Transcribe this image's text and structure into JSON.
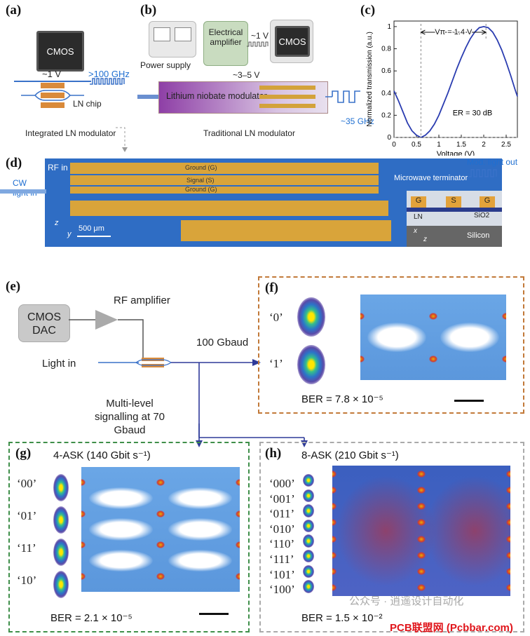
{
  "panel_a": {
    "label": "(a)",
    "chip": "CMOS",
    "voltage": "~1 V",
    "freq": ">100 GHz",
    "ln_chip": "LN chip",
    "caption": "Integrated LN modulator"
  },
  "panel_b": {
    "label": "(b)",
    "power_supply": "Power supply",
    "amplifier": "Electrical amplifier",
    "v_in": "~1 V",
    "chip": "CMOS",
    "v_out": "~3–5 V",
    "modulator": "Lithium niobate modulator",
    "freq": "~35 GHz",
    "caption": "Traditional LN modulator"
  },
  "panel_c": {
    "label": "(c)",
    "vpi": "Vπ = 1.4 V",
    "er": "ER = 30 dB"
  },
  "panel_d": {
    "label": "(d)",
    "rf_in": "RF in",
    "cw": "CW light in",
    "ground1": "Ground (G)",
    "signal": "Signal (S)",
    "ground2": "Ground (G)",
    "terminator": "Microwave terminator",
    "mod_out": "Mod. light out",
    "scale": "500 μm",
    "axis_z": "z",
    "axis_y": "y",
    "g1": "G",
    "s": "S",
    "g2": "G",
    "ln": "LN",
    "sio2": "SiO2",
    "silicon": "Silicon",
    "axis_x": "x",
    "axis_z2": "z"
  },
  "panel_e": {
    "label": "(e)",
    "dac": "CMOS DAC",
    "rf_amp": "RF amplifier",
    "light_in": "Light in",
    "baud": "100 Gbaud",
    "multilevel": "Multi-level signalling at 70 Gbaud"
  },
  "panel_f": {
    "label": "(f)",
    "sym0": "‘0’",
    "sym1": "‘1’",
    "ber": "BER = 7.8 × 10⁻⁵"
  },
  "panel_g": {
    "label": "(g)",
    "title": "4-ASK (140 Gbit s⁻¹)",
    "symbols": [
      "‘00’",
      "‘01’",
      "‘11’",
      "‘10’"
    ],
    "ber": "BER = 2.1 × 10⁻⁵"
  },
  "panel_h": {
    "label": "(h)",
    "title": "8-ASK (210 Gbit s⁻¹)",
    "symbols": [
      "‘000’",
      "‘001’",
      "‘011’",
      "‘010’",
      "‘110’",
      "‘111’",
      "‘101’",
      "‘100’"
    ],
    "ber": "BER = 1.5 × 10⁻²"
  },
  "watermark": {
    "line1": "公众号 · 逍遥设计自动化",
    "line2": "PCB联盟网 (Pcbbar.com)"
  },
  "chart_data": {
    "type": "line",
    "title": "",
    "xlabel": "Voltage (V)",
    "ylabel": "Normalized transmission (a.u.)",
    "xlim": [
      0,
      2.75
    ],
    "ylim": [
      0,
      1.05
    ],
    "x_ticks": [
      "0",
      "0.5",
      "1",
      "1.5",
      "2",
      "2.5"
    ],
    "y_ticks": [
      "0",
      "0.2",
      "0.4",
      "0.6",
      "0.8",
      "1"
    ],
    "series": [
      {
        "x": [
          0,
          0.1,
          0.2,
          0.3,
          0.4,
          0.5,
          0.6,
          0.7,
          0.8,
          0.9,
          1.0,
          1.1,
          1.2,
          1.3,
          1.4,
          1.5,
          1.6,
          1.7,
          1.8,
          1.9,
          2.0,
          2.1,
          2.2,
          2.3,
          2.4,
          2.5,
          2.6,
          2.7,
          2.75
        ],
        "y": [
          0.42,
          0.33,
          0.23,
          0.13,
          0.06,
          0.02,
          0.0,
          0.02,
          0.06,
          0.12,
          0.2,
          0.3,
          0.4,
          0.51,
          0.62,
          0.72,
          0.81,
          0.89,
          0.95,
          0.99,
          1.0,
          0.99,
          0.95,
          0.88,
          0.79,
          0.68,
          0.56,
          0.43,
          0.37
        ]
      }
    ],
    "color": "#2a3cb0"
  }
}
